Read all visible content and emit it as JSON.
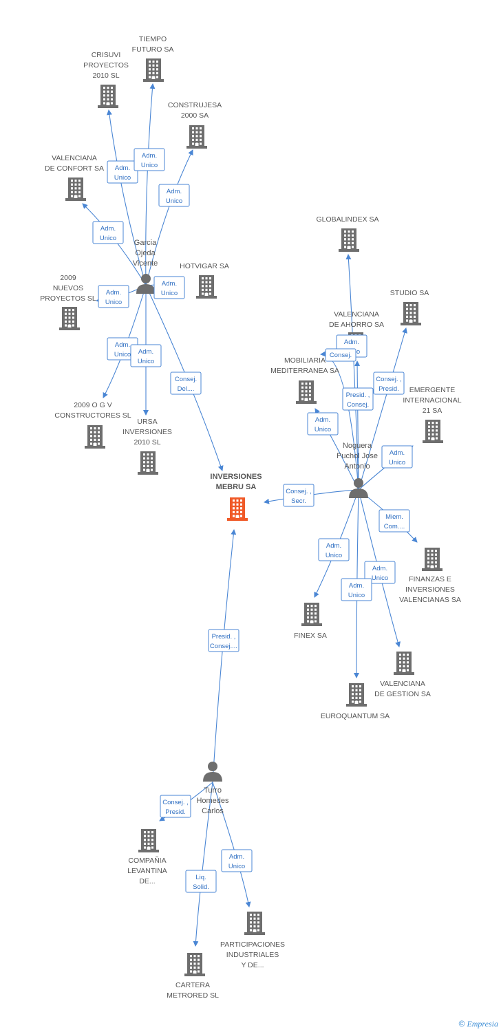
{
  "main_company": {
    "lines": [
      "INVERSIONES",
      "MEBRU SA"
    ]
  },
  "persons": [
    {
      "id": "garcia",
      "lines": [
        "Garcia",
        "Ojeda",
        "Vicente"
      ]
    },
    {
      "id": "noguera",
      "lines": [
        "Noguera",
        "Puchol Jose",
        "Antonio"
      ]
    },
    {
      "id": "turro",
      "lines": [
        "Turro",
        "Homedes",
        "Carlos"
      ]
    }
  ],
  "companies": [
    {
      "id": "tiempo",
      "lines": [
        "TIEMPO",
        "FUTURO SA"
      ]
    },
    {
      "id": "crisuvi",
      "lines": [
        "CRISUVI",
        "PROYECTOS",
        "2010 SL"
      ]
    },
    {
      "id": "construjesa",
      "lines": [
        "CONSTRUJESA",
        "2000 SA"
      ]
    },
    {
      "id": "valconfort",
      "lines": [
        "VALENCIANA",
        "DE CONFORT SA"
      ]
    },
    {
      "id": "hotvigar",
      "lines": [
        "HOTVIGAR SA"
      ]
    },
    {
      "id": "nuevos2009",
      "lines": [
        "2009",
        "NUEVOS",
        "PROYECTOS SL"
      ]
    },
    {
      "id": "ogv",
      "lines": [
        "2009 O G V",
        "CONSTRUCTORES SL"
      ]
    },
    {
      "id": "ursa",
      "lines": [
        "URSA",
        "INVERSIONES",
        "2010 SL"
      ]
    },
    {
      "id": "globalindex",
      "lines": [
        "GLOBALINDEX SA"
      ]
    },
    {
      "id": "studio",
      "lines": [
        "STUDIO SA"
      ]
    },
    {
      "id": "valahorro",
      "lines": [
        "VALENCIANA",
        "DE AHORRO SA"
      ]
    },
    {
      "id": "mobiliaria",
      "lines": [
        "MOBILIARIA",
        "MEDITERRANEA SA"
      ]
    },
    {
      "id": "emergente",
      "lines": [
        "EMERGENTE",
        "INTERNACIONAL",
        "21 SA"
      ]
    },
    {
      "id": "finanzas",
      "lines": [
        "FINANZAS E",
        "INVERSIONES",
        "VALENCIANAS SA"
      ]
    },
    {
      "id": "finex",
      "lines": [
        "FINEX SA"
      ]
    },
    {
      "id": "valgestion",
      "lines": [
        "VALENCIANA",
        "DE GESTION SA"
      ]
    },
    {
      "id": "euroquantum",
      "lines": [
        "EUROQUANTUM SA"
      ]
    },
    {
      "id": "compania",
      "lines": [
        "COMPAÑIA",
        "LEVANTINA",
        "DE..."
      ]
    },
    {
      "id": "participaciones",
      "lines": [
        "PARTICIPACIONES",
        "INDUSTRIALES",
        "Y DE..."
      ]
    },
    {
      "id": "cartera",
      "lines": [
        "CARTERA",
        "METRORED SL"
      ]
    }
  ],
  "relations": [
    {
      "from": "garcia",
      "to": "crisuvi",
      "lines": [
        "Adm.",
        "Unico"
      ]
    },
    {
      "from": "garcia",
      "to": "tiempo",
      "lines": [
        "Adm.",
        "Unico"
      ]
    },
    {
      "from": "garcia",
      "to": "construjesa",
      "lines": [
        "Adm.",
        "Unico"
      ]
    },
    {
      "from": "garcia",
      "to": "valconfort",
      "lines": [
        "Adm.",
        "Unico"
      ]
    },
    {
      "from": "garcia",
      "to": "hotvigar",
      "lines": [
        "Adm.",
        "Unico"
      ]
    },
    {
      "from": "garcia",
      "to": "nuevos2009",
      "lines": [
        "Adm.",
        "Unico"
      ]
    },
    {
      "from": "garcia",
      "to": "ogv",
      "lines": [
        "Adm.",
        "Unico"
      ]
    },
    {
      "from": "garcia",
      "to": "ursa",
      "lines": [
        "Adm.",
        "Unico"
      ]
    },
    {
      "from": "garcia",
      "to": "main",
      "lines": [
        "Consej.",
        "Del...."
      ]
    },
    {
      "from": "noguera",
      "to": "globalindex",
      "lines": [
        "Adm.",
        "Unico"
      ]
    },
    {
      "from": "noguera",
      "to": "valahorro",
      "lines": [
        "Consej."
      ]
    },
    {
      "from": "noguera",
      "to": "studio",
      "lines": [
        "Consej. ,",
        "Presid."
      ]
    },
    {
      "from": "noguera",
      "to": "valahorro2",
      "lines": [
        "Presid. ,",
        "Consej."
      ]
    },
    {
      "from": "noguera",
      "to": "mobiliaria",
      "lines": [
        "Adm.",
        "Unico"
      ]
    },
    {
      "from": "noguera",
      "to": "emergente",
      "lines": [
        "Adm.",
        "Unico"
      ]
    },
    {
      "from": "noguera",
      "to": "main",
      "lines": [
        "Consej. ,",
        "Secr."
      ]
    },
    {
      "from": "noguera",
      "to": "finanzas",
      "lines": [
        "Miem.",
        "Com...."
      ]
    },
    {
      "from": "noguera",
      "to": "finex",
      "lines": [
        "Adm.",
        "Unico"
      ]
    },
    {
      "from": "noguera",
      "to": "valgestion",
      "lines": [
        "Adm.",
        "Unico"
      ]
    },
    {
      "from": "noguera",
      "to": "euroquantum",
      "lines": [
        "Adm.",
        "Unico"
      ]
    },
    {
      "from": "turro",
      "to": "main",
      "lines": [
        "Presid. ,",
        "Consej...."
      ]
    },
    {
      "from": "turro",
      "to": "compania",
      "lines": [
        "Consej. ,",
        "Presid."
      ]
    },
    {
      "from": "turro",
      "to": "participaciones",
      "lines": [
        "Adm.",
        "Unico"
      ]
    },
    {
      "from": "turro",
      "to": "cartera",
      "lines": [
        "Liq.",
        "Solid."
      ]
    }
  ],
  "footer": {
    "copyright": "©",
    "brand": "Empresia"
  }
}
